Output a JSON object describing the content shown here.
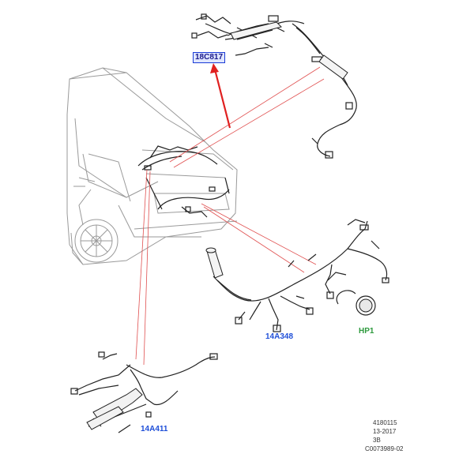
{
  "callouts": {
    "tailgate_harness": "18C817",
    "rear_harness": "14A348",
    "horn": "HP1",
    "aux_harness": "14A411"
  },
  "reference": {
    "id": "4180115",
    "date": "13-2017",
    "rev": "3B",
    "code": "C0073989-02"
  },
  "colors": {
    "leader_line": "#e05050",
    "arrow": "#e02020",
    "callout_blue": "#1f4fd8",
    "callout_green": "#2e9a3e",
    "line_art": "#222222",
    "body_line": "#9a9a9a"
  }
}
